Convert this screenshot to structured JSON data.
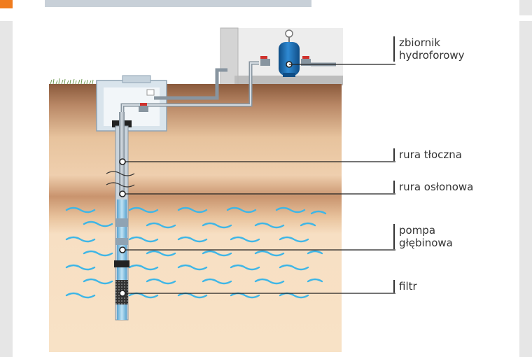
{
  "labels": {
    "pressure_tank": [
      "zbiornik",
      "hydroforowy"
    ],
    "delivery_pipe": [
      "rura tłoczna"
    ],
    "casing_pipe": [
      "rura osłonowa"
    ],
    "deep_well_pump": [
      "pompa",
      "głębinowa"
    ],
    "filter": [
      "filtr"
    ]
  },
  "colors": {
    "accent": "#f07c1e",
    "soil_top": "#9a6a4a",
    "soil_mid": "#e9c7a0",
    "water_zone": "#f7dfc0",
    "water_wave": "#3fb6e6",
    "pipe": "#a7b4bf",
    "tank": "#1f6fb3",
    "wall": "#cfcfcf"
  }
}
